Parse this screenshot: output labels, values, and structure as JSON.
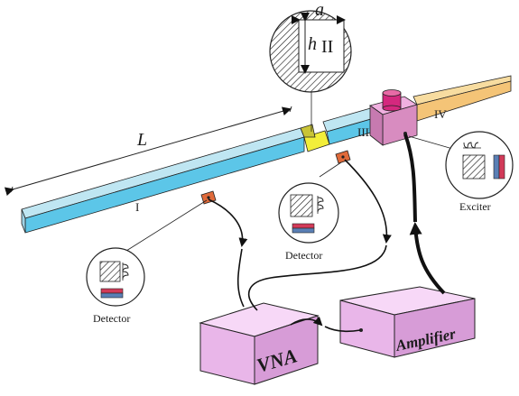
{
  "labels": {
    "length": "L",
    "width": "a",
    "height": "h",
    "section_1": "I",
    "section_2": "II",
    "section_3": "III",
    "section_4": "IV"
  },
  "devices": {
    "vna": "VNA",
    "amplifier": "Amplifier"
  },
  "callouts": {
    "detector_left": "Detector",
    "detector_mid": "Detector",
    "exciter": "Exciter"
  },
  "colors": {
    "beam_top": "#bfe6f2",
    "beam_front": "#5cc6e8",
    "tip_top": "#f7dca0",
    "tip_front": "#f4c477",
    "slot": "#f2ee3a",
    "exciter_block": "#d88cc0",
    "exciter_magnet": "#d4287e",
    "sensor": "#e06a3a",
    "box_face": "#e9b6e9",
    "box_top": "#f7d8f7",
    "box_side": "#d79cd7",
    "coil_red": "#d23a58",
    "coil_blue": "#5a7fb5"
  }
}
